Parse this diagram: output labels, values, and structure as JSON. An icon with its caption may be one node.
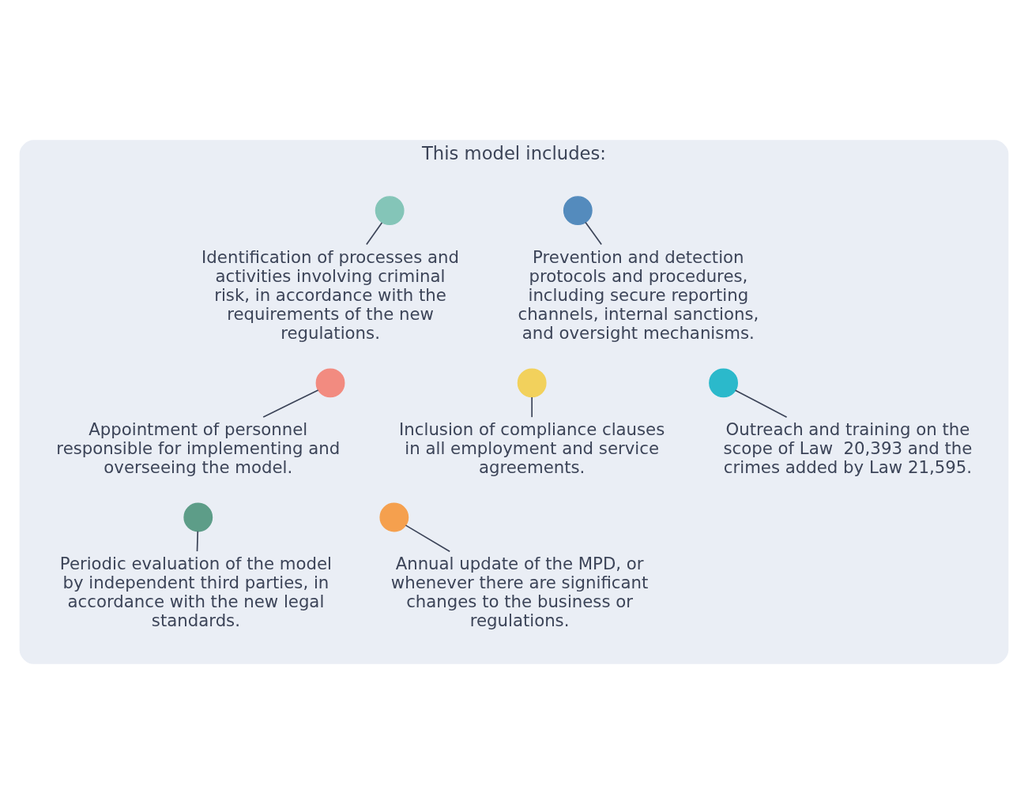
{
  "diagram": {
    "nodes": [
      {
        "text": [
          "This model includes:"
        ]
      },
      {
        "text": [],
        "shape": "circle",
        "in": 0
      },
      {
        "text": [
          "Identification of processes and activities involving criminal risk, in accordance with the requirements of the new regulations."
        ],
        "in": 0
      },
      {
        "text": [],
        "shape": "circle",
        "in": 0
      },
      {
        "text": [
          "Prevention and detection protocols and procedures, including secure reporting channels, internal sanctions, and oversight mechanisms."
        ],
        "in": 0
      },
      {
        "text": [],
        "shape": "circle",
        "in": 0
      },
      {
        "text": [
          "Appointment of personnel responsible for implementing and overseeing the model."
        ],
        "in": 0
      },
      {
        "text": [],
        "shape": "circle",
        "in": 0
      },
      {
        "text": [
          "Inclusion of compliance clauses in all employment and service agreements."
        ],
        "in": 0
      },
      {
        "text": [],
        "shape": "circle",
        "in": 0
      },
      {
        "text": [
          "Outreach and training on the scope of Law  20,393 and the crimes added by Law 21,595."
        ],
        "in": 0
      },
      {
        "text": [],
        "shape": "circle",
        "in": 0
      },
      {
        "text": [
          "Periodic evaluation of the model by independent third parties, in accordance with the new legal standards."
        ],
        "in": 0
      },
      {
        "text": [],
        "shape": "circle",
        "in": 0
      },
      {
        "text": [
          "Annual update of the MPD, or whenever there are significant changes to the business or regulations."
        ],
        "in": 0
      }
    ],
    "edges": [
      {
        "from": 1,
        "to": 2,
        "arrow": "none"
      },
      {
        "from": 3,
        "to": 4,
        "arrow": "none"
      },
      {
        "from": 5,
        "to": 6,
        "arrow": "none"
      },
      {
        "from": 7,
        "to": 8,
        "arrow": "none"
      },
      {
        "from": 9,
        "to": 10,
        "arrow": "none"
      },
      {
        "from": 11,
        "to": 12,
        "arrow": "none"
      },
      {
        "from": 13,
        "to": 14,
        "arrow": "none"
      }
    ]
  }
}
